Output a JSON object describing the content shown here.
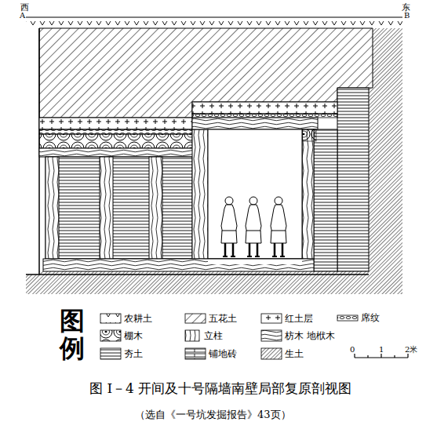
{
  "diagram": {
    "caption": "图 I－4 开间及十号隔墙南壁局部复原剖视图",
    "labels": [
      "西",
      "东",
      "A",
      "B",
      "图例",
      "0",
      "1",
      "2米",
      "（选自《一号坑发掘报告》43页）"
    ],
    "legend": [
      {
        "text": "农耕土"
      },
      {
        "text": "五花土"
      },
      {
        "text": "红土层"
      },
      {
        "text": "席纹"
      },
      {
        "text": "棚木"
      },
      {
        "text": "立柱"
      },
      {
        "text": "枋木 地栿木"
      },
      {
        "text": "夯土"
      },
      {
        "text": "铺地砖"
      },
      {
        "text": "生土"
      }
    ]
  }
}
